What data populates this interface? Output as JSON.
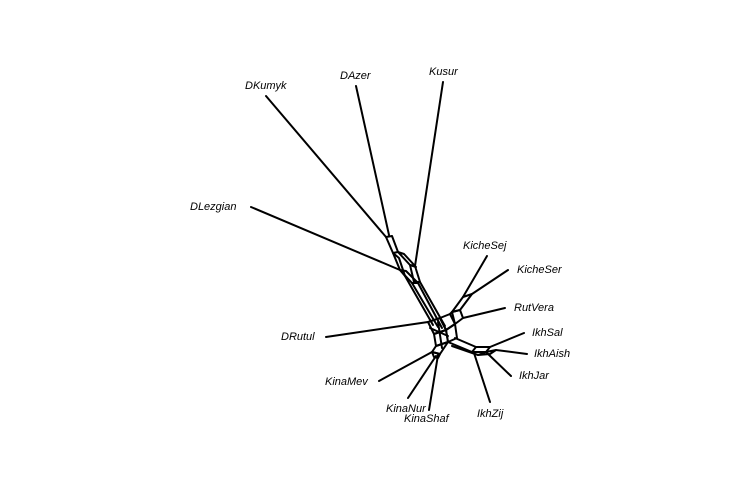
{
  "taxa": {
    "dkumyk": "DKumyk",
    "dazer": "DAzer",
    "kusur": "Kusur",
    "dlezgian": "DLezgian",
    "kichesej": "KicheSej",
    "kicheser": "KicheSer",
    "rutvera": "RutVera",
    "drutul": "DRutul",
    "ikhsal": "IkhSal",
    "ikhaish": "IkhAish",
    "ikhjar": "IkhJar",
    "ikhzij": "IkhZij",
    "kinamev": "KinaMev",
    "kinanur": "KinaNur",
    "kinashaf": "KinaShaf"
  },
  "colors": {
    "edge": "#000000",
    "label": "#000000",
    "background": "#ffffff"
  }
}
